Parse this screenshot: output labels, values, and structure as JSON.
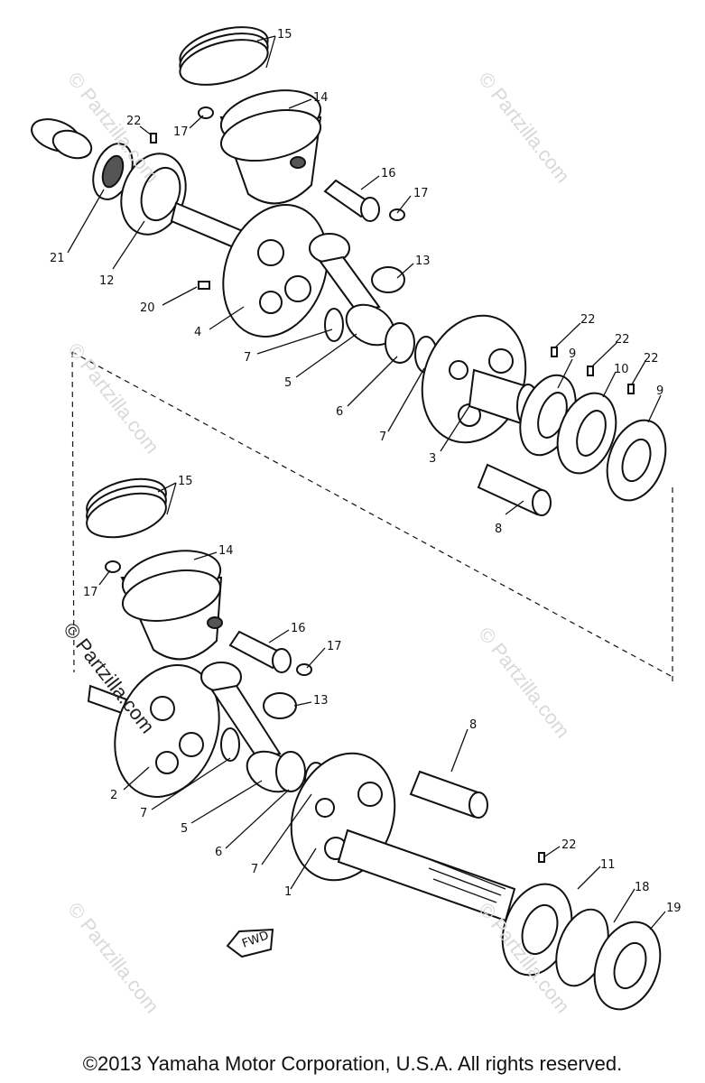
{
  "watermark": "© Partzilla.com",
  "fwd_label": "FWD",
  "footer": "©2013 Yamaha Motor Corporation, U.S.A. All rights reserved.",
  "callouts": [
    "1",
    "2",
    "3",
    "4",
    "5",
    "6",
    "7",
    "8",
    "9",
    "10",
    "11",
    "12",
    "13",
    "14",
    "15",
    "16",
    "17",
    "18",
    "19",
    "20",
    "21",
    "22"
  ]
}
